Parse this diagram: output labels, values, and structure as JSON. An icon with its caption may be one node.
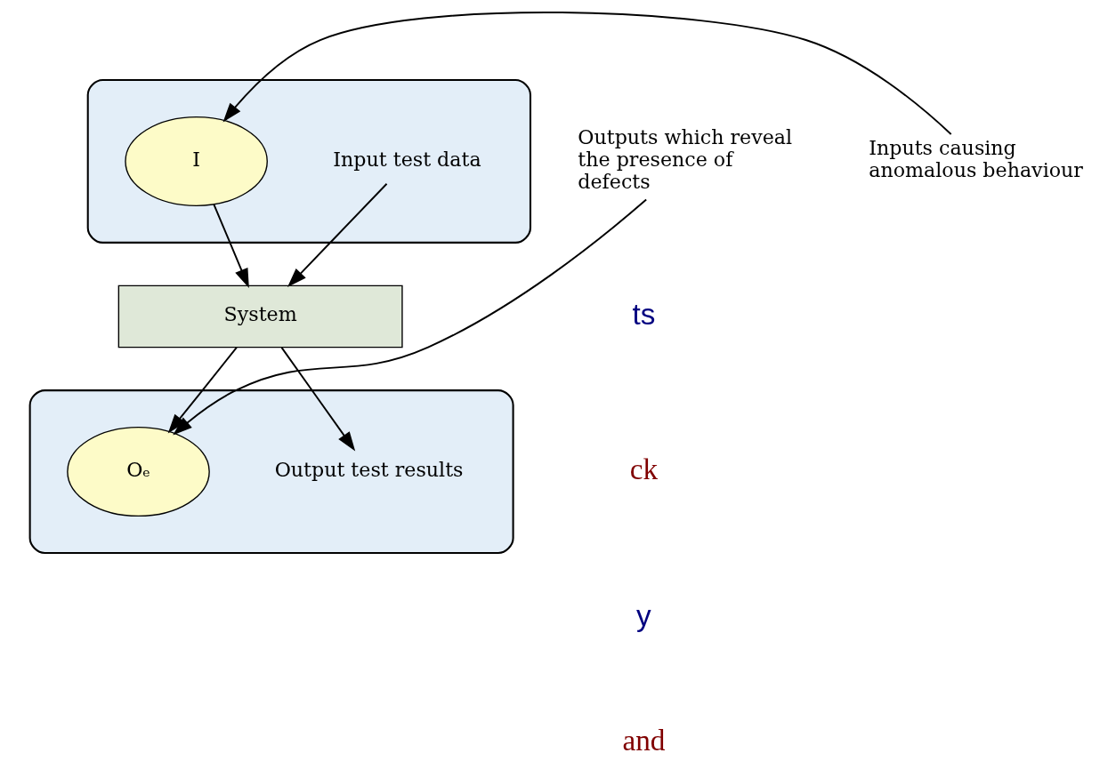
{
  "diagram": {
    "nodes": [
      {
        "text": [],
        "shape": "ellipse"
      },
      {
        "text": [
          "Input test data"
        ],
        "in": 0
      },
      {
        "text": [
          "I"
        ],
        "in": 0
      },
      {
        "text": [
          "Inputs causing anomalous behaviour"
        ]
      },
      {
        "text": [
          "System"
        ]
      },
      {
        "text": [],
        "shape": "ellipse"
      },
      {
        "text": [
          "Output test results"
        ],
        "in": 5
      },
      {
        "text": [
          "Oₑ"
        ],
        "in": 5
      },
      {
        "text": [
          "Outputs which reveal the presence of defects"
        ]
      }
    ],
    "edges": [
      {
        "from": 3,
        "to": 2,
        "arrow": "to"
      },
      {
        "from": 1,
        "to": 4,
        "arrow": "to"
      },
      {
        "from": 2,
        "to": 4,
        "arrow": "to"
      },
      {
        "from": 4,
        "to": 6,
        "arrow": "to"
      },
      {
        "from": 4,
        "to": 7,
        "arrow": "to"
      },
      {
        "from": 8,
        "to": 7,
        "arrow": "to"
      }
    ],
    "labels": [
      "ts",
      "ck",
      "y",
      "and"
    ]
  }
}
